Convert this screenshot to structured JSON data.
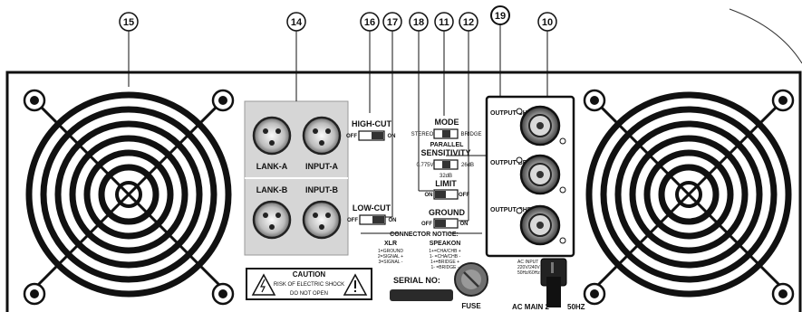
{
  "callouts": [
    "15",
    "14",
    "16",
    "17",
    "18",
    "11",
    "12",
    "19",
    "10"
  ],
  "xlr": {
    "lank_a": "LANK-A",
    "input_a": "INPUT-A",
    "lank_b": "LANK-B",
    "input_b": "INPUT-B"
  },
  "switches": {
    "high_cut": {
      "title": "HIGH-CUT",
      "off": "OFF",
      "on": "ON"
    },
    "low_cut": {
      "title": "LOW-CUT",
      "off": "OFF",
      "on": "ON"
    },
    "mode": {
      "title": "MODE",
      "left": "STEREO",
      "right": "BRIDGE",
      "below": "PARALLEL"
    },
    "sensitivity": {
      "title": "SENSITIVITY",
      "left": "0.775V",
      "right": "26dB",
      "below": "32dB"
    },
    "limit": {
      "title": "LIMIT",
      "left": "ON",
      "right": "OFF"
    },
    "ground": {
      "title": "GROUND",
      "left": "OFF",
      "right": "ON"
    }
  },
  "connector_notice": {
    "title": "CONNECTOR NOTICE:",
    "xlr_title": "XLR",
    "xlr_lines": [
      "1=GROUND",
      "2=SIGNAL +",
      "3=SIGNAL -"
    ],
    "speakon_title": "SPEAKON",
    "speakon_lines": [
      "1+=CHA/CHB +",
      "1- =CHA/CHB -",
      "1+=BRIDGE +",
      "1- =BRIDGE -"
    ]
  },
  "outputs": [
    "OUTPUT CHA",
    "OUTPUT BRIDGE",
    "OUTPUT CHB"
  ],
  "caution": {
    "title": "CAUTION",
    "line1": "RISK OF ELECTRIC SHOCK",
    "line2": "DO NOT OPEN"
  },
  "serial": "SERIAL NO:",
  "fuse": "FUSE",
  "ac_input": {
    "line1": "AC INPUT",
    "line2": "220V/240V",
    "line3": "50Hz/60Hz"
  },
  "ac_main": "AC MAIN 2",
  "ac_main_tail": "50HZ"
}
